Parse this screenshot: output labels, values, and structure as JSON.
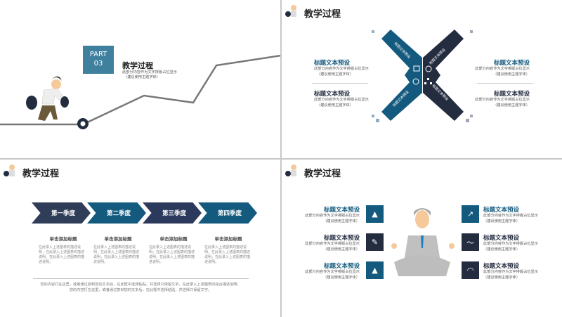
{
  "colors": {
    "teal": "#135a7e",
    "navy": "#242c40",
    "part_box": "#3f809f",
    "line": "#777777"
  },
  "slide1": {
    "part_label": "PART",
    "part_number": "03",
    "title": "教学过程",
    "desc_line1": "此部分内容作为文字排版占位显示",
    "desc_line2": "（建议使用主题字体）"
  },
  "slide2": {
    "title": "教学过程",
    "arm_label": "标题文本预设",
    "items": [
      {
        "title": "标题文本预设",
        "line1": "此部分内容作为文字排版占位显示",
        "line2": "（建议使用主题字体）"
      },
      {
        "title": "标题文本预设",
        "line1": "此部分内容作为文字排版占位显示",
        "line2": "（建议使用主题字体）"
      },
      {
        "title": "标题文本预设",
        "line1": "此部分内容作为文字排版占位显示",
        "line2": "（建议使用主题字体）"
      },
      {
        "title": "标题文本预设",
        "line1": "此部分内容作为文字排版占位显示",
        "line2": "（建议使用主题字体）"
      }
    ],
    "icons": [
      "calendar-icon",
      "globe-icon",
      "refresh-icon",
      "org-chart-icon"
    ]
  },
  "slide3": {
    "title": "教学过程",
    "quarters": [
      {
        "label": "第一季度",
        "heading": "单击添加标题",
        "desc": "在此录入上述图表的描述说明，在此录入上述图表的描述说明，在此录入上述图表的描述说明。"
      },
      {
        "label": "第二季度",
        "heading": "单击添加标题",
        "desc": "在此录入上述图表的描述说明，在此录入上述图表的描述说明，在此录入上述图表的描述说明。"
      },
      {
        "label": "第三季度",
        "heading": "单击添加标题",
        "desc": "在此录入上述图表的描述说明，在此录入上述图表的描述说明，在此录入上述图表的描述说明。"
      },
      {
        "label": "第四季度",
        "heading": "单击添加标题",
        "desc": "在此录入上述图表的描述说明，在此录入上述图表的描述说明，在此录入上述图表的描述说明。"
      }
    ],
    "footer_line1": "您的内容打在这里，或者通过复制您的文本后，在此框中选择粘贴，并选择只保留文字。在此录入上述图表的综合描述说明，",
    "footer_line2": "您的内容打在这里，或者通过复制您的文本后，在此框中选择粘贴，并选择只保留文字。"
  },
  "slide4": {
    "title": "教学过程",
    "left": [
      {
        "title": "标题文本预设",
        "line1": "此部分内容作为文字排版占位显示",
        "line2": "（建议使用主题字体）",
        "icon": "water-drop-icon"
      },
      {
        "title": "标题文本预设",
        "line1": "此部分内容作为文字排版占位显示",
        "line2": "（建议使用主题字体）",
        "icon": "pushpin-icon"
      },
      {
        "title": "标题文本预设",
        "line1": "此部分内容作为文字排版占位显示",
        "line2": "（建议使用主题字体）",
        "icon": "traffic-cone-icon"
      }
    ],
    "right": [
      {
        "title": "标题文本预设",
        "line1": "此部分内容作为文字排版占位显示",
        "line2": "（建议使用主题字体）",
        "icon": "share-icon"
      },
      {
        "title": "标题文本预设",
        "line1": "此部分内容作为文字排版占位显示",
        "line2": "（建议使用主题字体）",
        "icon": "trend-line-icon"
      },
      {
        "title": "标题文本预设",
        "line1": "此部分内容作为文字排版占位显示",
        "line2": "（建议使用主题字体）",
        "icon": "wifi-icon"
      }
    ]
  }
}
